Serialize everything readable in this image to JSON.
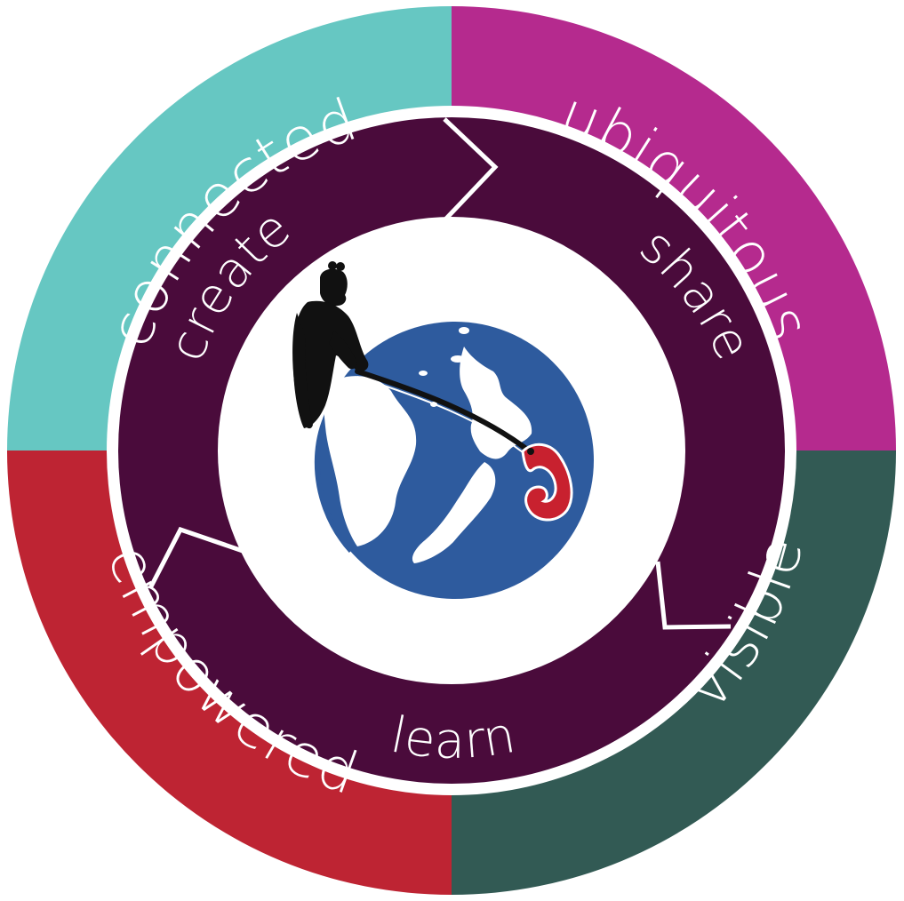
{
  "outer_ring": {
    "segments": [
      {
        "key": "connected",
        "label": "connected",
        "color": "#66c7c2"
      },
      {
        "key": "ubiquitous",
        "label": "ubiquitous",
        "color": "#b52a8e"
      },
      {
        "key": "visible",
        "label": "visible",
        "color": "#325a54"
      },
      {
        "key": "empowered",
        "label": "empowered",
        "color": "#be2433"
      }
    ]
  },
  "inner_cycle": {
    "color": "#4a0b3b",
    "stages": [
      {
        "key": "create",
        "label": "create"
      },
      {
        "key": "share",
        "label": "share"
      },
      {
        "key": "learn",
        "label": "learn"
      }
    ]
  },
  "center": {
    "icon": "maui-fishing-globe-icon",
    "globe_color": "#2e5b9e",
    "hook_color": "#c8212f",
    "figure_color": "#111111"
  }
}
